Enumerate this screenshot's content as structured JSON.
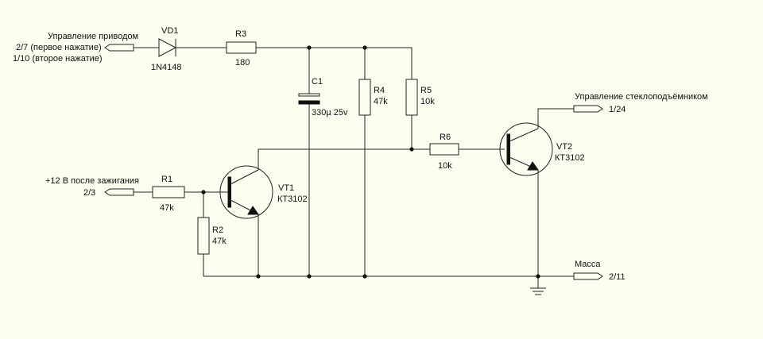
{
  "connectors": {
    "drive_control": {
      "title": "Управление приводом",
      "line1": "2/7 (первое нажатие)",
      "line2": "1/10 (второе нажатие)"
    },
    "ignition": {
      "title": "+12 В после зажигания",
      "pin": "2/3"
    },
    "window_control": {
      "title": "Управление стеклоподъёмником",
      "pin": "1/24"
    },
    "ground": {
      "title": "Масса",
      "pin": "2/11"
    }
  },
  "components": {
    "vd1": {
      "ref": "VD1",
      "value": "1N4148"
    },
    "r3": {
      "ref": "R3",
      "value": "180"
    },
    "c1": {
      "ref": "C1",
      "value": "330µ 25v"
    },
    "r4": {
      "ref": "R4",
      "value": "47k"
    },
    "r5": {
      "ref": "R5",
      "value": "10k"
    },
    "r6": {
      "ref": "R6",
      "value": "10k"
    },
    "r1": {
      "ref": "R1",
      "value": "47k"
    },
    "r2": {
      "ref": "R2",
      "value": "47k"
    },
    "vt1": {
      "ref": "VT1",
      "value": "КТ3102"
    },
    "vt2": {
      "ref": "VT2",
      "value": "КТ3102"
    }
  }
}
